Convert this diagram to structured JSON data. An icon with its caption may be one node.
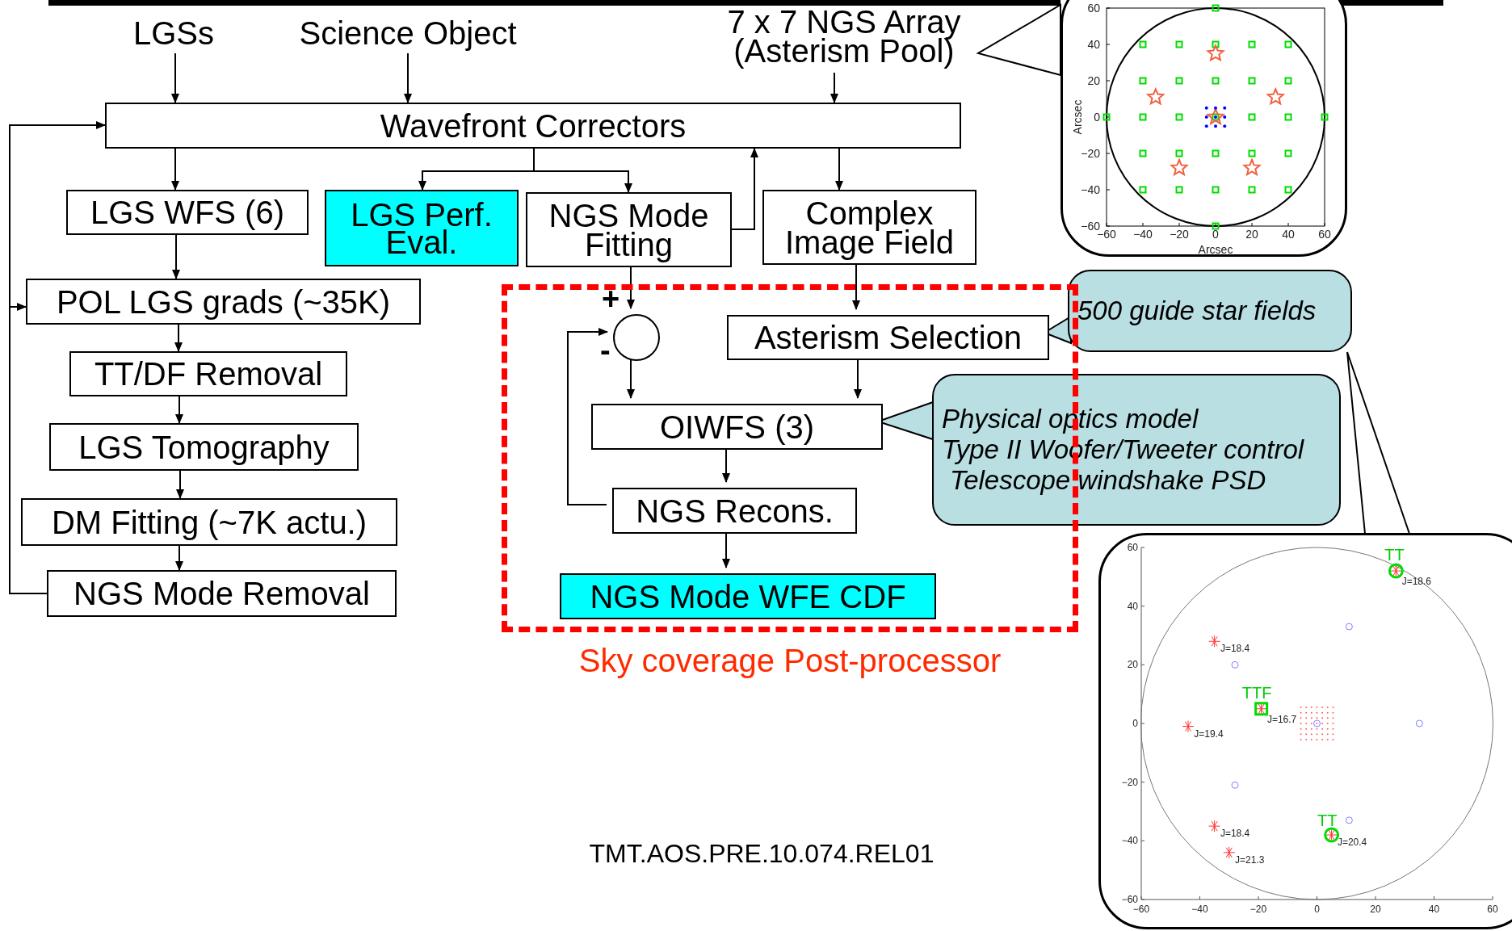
{
  "diagram": {
    "nodes": [
      {
        "text": [
          "LGSs"
        ]
      },
      {
        "text": [
          "Science Object"
        ]
      },
      {
        "text": [
          "7 x 7 NGS Array (Asterism Pool)"
        ]
      },
      {
        "text": [
          "Wavefront Correctors"
        ]
      },
      {
        "text": [
          "LGS WFS (6)"
        ]
      },
      {
        "text": [
          "LGS Perf. Eval."
        ]
      },
      {
        "text": [
          "NGS Mode Fitting"
        ]
      },
      {
        "text": [
          "Complex Image Field"
        ]
      },
      {
        "text": [
          "POL LGS grads (~35K)"
        ]
      },
      {
        "text": [
          "TT/DF Removal"
        ]
      },
      {
        "text": [
          "LGS Tomography"
        ]
      },
      {
        "text": [
          "DM Fitting (~7K actu.)"
        ]
      },
      {
        "text": [
          "NGS Mode Removal"
        ]
      },
      {
        "text": [
          "Sky coverage Post-processor"
        ]
      },
      {
        "text": [],
        "shape": "circle",
        "in": 13,
        "beside": [
          "+",
          "-"
        ]
      },
      {
        "text": [
          "Asterism Selection"
        ],
        "in": 13
      },
      {
        "text": [
          "OIWFS (3)"
        ],
        "in": 13
      },
      {
        "text": [
          "NGS Recons."
        ],
        "in": 13
      },
      {
        "text": [
          "NGS Mode WFE CDF"
        ],
        "in": 13
      },
      {
        "text": [
          "500 guide star fields"
        ]
      },
      {
        "text": [
          "Physical optics model",
          "Type II Woofer/Tweeter control",
          "Telescope windshake PSD"
        ]
      },
      {
        "text": [],
        "shape": "box"
      },
      {
        "text": [],
        "shape": "box"
      }
    ],
    "edges": [
      {
        "from": 0,
        "to": 3,
        "arrow": "to"
      },
      {
        "from": 1,
        "to": 3,
        "arrow": "to"
      },
      {
        "from": 2,
        "to": 3,
        "arrow": "to"
      },
      {
        "from": 3,
        "to": 4,
        "arrow": "to"
      },
      {
        "from": 3,
        "to": 5,
        "arrow": "to"
      },
      {
        "from": 3,
        "to": 6,
        "arrow": "to"
      },
      {
        "from": 6,
        "to": 3,
        "arrow": "to"
      },
      {
        "from": 3,
        "to": 7,
        "arrow": "to"
      },
      {
        "from": 4,
        "to": 8,
        "arrow": "to"
      },
      {
        "from": 8,
        "to": 9,
        "arrow": "to"
      },
      {
        "from": 9,
        "to": 10,
        "arrow": "to"
      },
      {
        "from": 10,
        "to": 11,
        "arrow": "to"
      },
      {
        "from": 11,
        "to": 12,
        "arrow": "to"
      },
      {
        "from": 12,
        "to": 3,
        "arrow": "to"
      },
      {
        "from": 12,
        "to": 8,
        "arrow": "to"
      },
      {
        "from": 6,
        "to": 14,
        "arrow": "to"
      },
      {
        "from": 7,
        "to": 15,
        "arrow": "to"
      },
      {
        "from": 14,
        "to": 16,
        "arrow": "to"
      },
      {
        "from": 15,
        "to": 16,
        "arrow": "to"
      },
      {
        "from": 16,
        "to": 17,
        "arrow": "to"
      },
      {
        "from": 17,
        "to": 14,
        "arrow": "to"
      },
      {
        "from": 17,
        "to": 18,
        "arrow": "to"
      },
      {
        "from": 21,
        "to": 2,
        "arrow": "none"
      },
      {
        "from": 19,
        "to": 15,
        "arrow": "to"
      },
      {
        "from": 19,
        "to": 22,
        "arrow": "none"
      },
      {
        "from": 20,
        "to": 16,
        "arrow": "to"
      }
    ],
    "labels": [
      "60",
      "40",
      "20",
      "0",
      "−20",
      "−40",
      "−60",
      "−60",
      "−40",
      "−20",
      "0",
      "20",
      "40",
      "60",
      "Arcsec",
      "Arcsec",
      "60",
      "40",
      "20",
      "0",
      "−20",
      "−40",
      "−60",
      "TT",
      "J=18.6",
      "J=18.4",
      "TTF",
      "J=16.7",
      "J=19.4",
      "J=18.4",
      "TT",
      "J=20.4",
      "J=21.3",
      "−60",
      "−40",
      "−20",
      "0",
      "20",
      "40",
      "60",
      "TMT.AOS.PRE.10.074.REL01"
    ]
  }
}
